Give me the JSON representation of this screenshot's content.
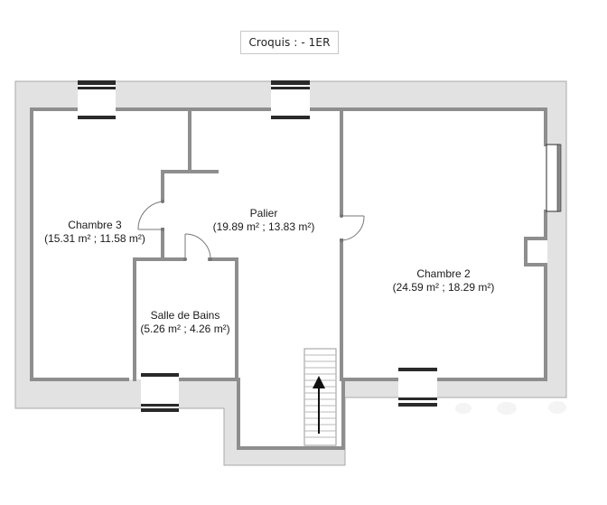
{
  "title": "Croquis :  - 1ER",
  "floor": "1ER",
  "rooms": [
    {
      "name": "Chambre 3",
      "areas": "(15.31 m² ; 11.58 m²)",
      "area_total_m2": 15.31,
      "area_carrez_m2": 11.58
    },
    {
      "name": "Palier",
      "areas": "(19.89 m² ; 13.83 m²)",
      "area_total_m2": 19.89,
      "area_carrez_m2": 13.83
    },
    {
      "name": "Chambre 2",
      "areas": "(24.59 m² ; 18.29 m²)",
      "area_total_m2": 24.59,
      "area_carrez_m2": 18.29
    },
    {
      "name": "Salle de Bains",
      "areas": "(5.26 m² ; 4.26 m²)",
      "area_total_m2": 5.26,
      "area_carrez_m2": 4.26
    }
  ],
  "colors": {
    "outer_wall": "#e2e2e2",
    "outer_wall_edge": "#a8a8a8",
    "inner_wall": "#8e8e8e",
    "window_frame": "#2a2a2a",
    "door_swing": "#777777",
    "stairs": "#9a9a9a",
    "arrow": "#111111"
  }
}
